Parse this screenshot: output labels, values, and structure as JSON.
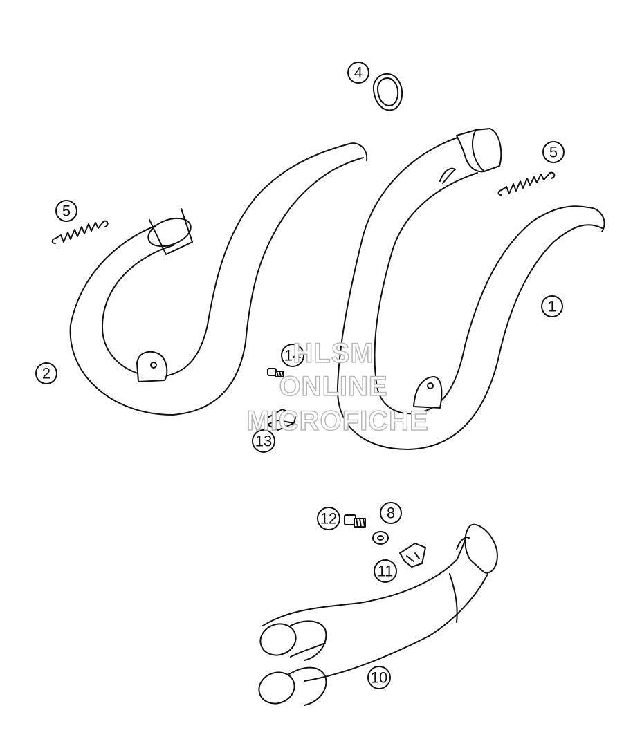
{
  "diagram": {
    "callouts": [
      {
        "id": "c1",
        "label": "1"
      },
      {
        "id": "c2",
        "label": "2"
      },
      {
        "id": "c4",
        "label": "4"
      },
      {
        "id": "c5a",
        "label": "5"
      },
      {
        "id": "c5b",
        "label": "5"
      },
      {
        "id": "c8",
        "label": "8"
      },
      {
        "id": "c10",
        "label": "10"
      },
      {
        "id": "c11",
        "label": "11"
      },
      {
        "id": "c12",
        "label": "12"
      },
      {
        "id": "c13",
        "label": "13"
      },
      {
        "id": "c14",
        "label": "14"
      }
    ]
  },
  "watermark": {
    "line1": "HLSM",
    "line2": "ONLINE",
    "line3": "MICROFICHE"
  }
}
